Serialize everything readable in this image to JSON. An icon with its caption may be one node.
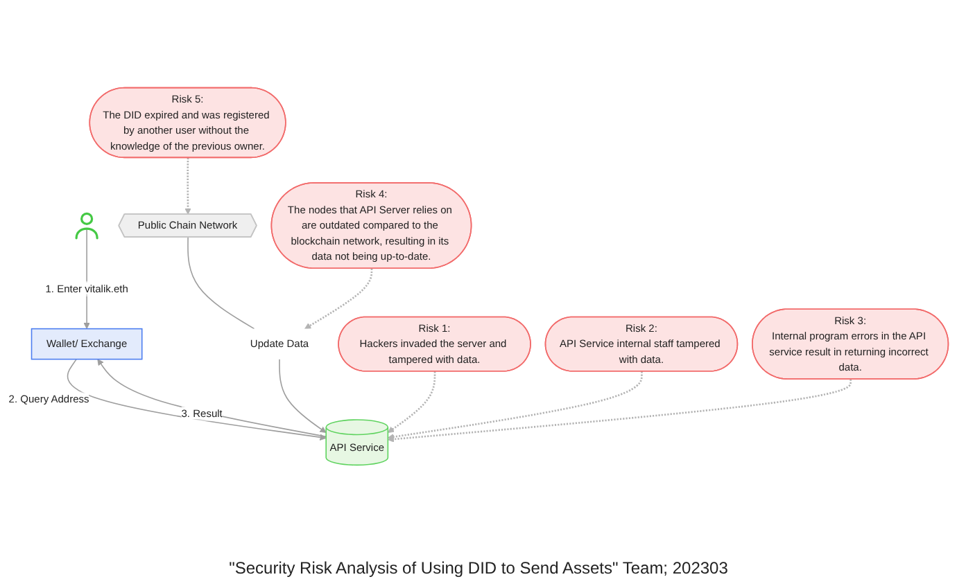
{
  "diagram": {
    "caption": "\"Security Risk Analysis of Using DID to Send Assets\" Team; 202303",
    "nodes": [
      {
        "text": [
          "Risk 1:",
          "Hackers invaded the server and tampered with data."
        ]
      },
      {
        "text": [
          "Risk 2:",
          "API Service internal staff tampered with data."
        ]
      },
      {
        "text": [
          "Risk 3:",
          "Internal program errors in the API service result in returning incorrect data."
        ]
      },
      {
        "text": [],
        "shape": "person"
      },
      {
        "text": [
          "Wallet/ Exchange"
        ]
      },
      {
        "text": [
          "API Service"
        ]
      },
      {
        "text": [
          "Update Data"
        ]
      },
      {
        "text": [
          "Public Chain Network"
        ]
      },
      {
        "text": [
          "Risk 4:",
          "The nodes that API Server relies on are outdated compared to the blockchain network, resulting in its data not being up-to-date."
        ]
      },
      {
        "text": [
          "Risk 5:",
          "The DID expired and was registered by another user without the knowledge of the previous owner."
        ]
      }
    ],
    "edges": [
      {
        "from": 3,
        "to": 4,
        "arrow": "to",
        "label": "1. Enter vitalik.eth"
      },
      {
        "from": 4,
        "to": 5,
        "arrow": "to",
        "label": "2. Query Address"
      },
      {
        "from": 5,
        "to": 4,
        "arrow": "to",
        "label": "3. Result"
      },
      {
        "from": 7,
        "to": 6,
        "arrow": "none"
      },
      {
        "from": 6,
        "to": 5,
        "arrow": "to"
      },
      {
        "from": 0,
        "to": 5,
        "arrow": "to",
        "style": "dashed"
      },
      {
        "from": 1,
        "to": 5,
        "arrow": "to",
        "style": "dashed"
      },
      {
        "from": 2,
        "to": 5,
        "arrow": "to",
        "style": "dashed"
      },
      {
        "from": 8,
        "to": 6,
        "arrow": "to",
        "style": "dashed"
      },
      {
        "from": 9,
        "to": 7,
        "arrow": "to",
        "style": "dashed"
      }
    ]
  }
}
